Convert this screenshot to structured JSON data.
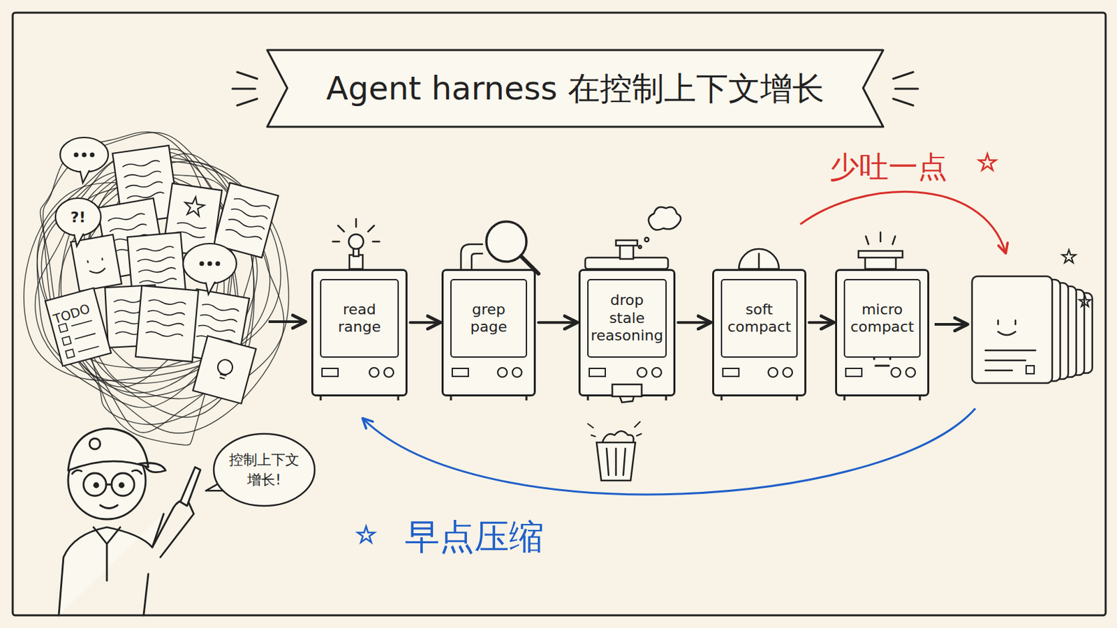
{
  "diagram": {
    "title": "Agent harness 在控制上下文增长",
    "nodes": [
      {
        "text": [
          "read range"
        ]
      },
      {
        "text": [
          "grep page"
        ]
      },
      {
        "text": [
          "drop stale reasoning"
        ]
      },
      {
        "text": [
          "soft compact"
        ]
      },
      {
        "text": [
          "micro compact"
        ]
      },
      {
        "text": [
          "控制上下文 增长!"
        ]
      }
    ],
    "edges": [
      {
        "from": 0,
        "to": 1,
        "arrow": "to"
      },
      {
        "from": 1,
        "to": 2,
        "arrow": "to"
      },
      {
        "from": 2,
        "to": 3,
        "arrow": "to"
      },
      {
        "from": 3,
        "to": 4,
        "arrow": "to"
      }
    ],
    "labels": [
      "TODO",
      "?!",
      "少吐一点",
      "早点压缩"
    ]
  }
}
